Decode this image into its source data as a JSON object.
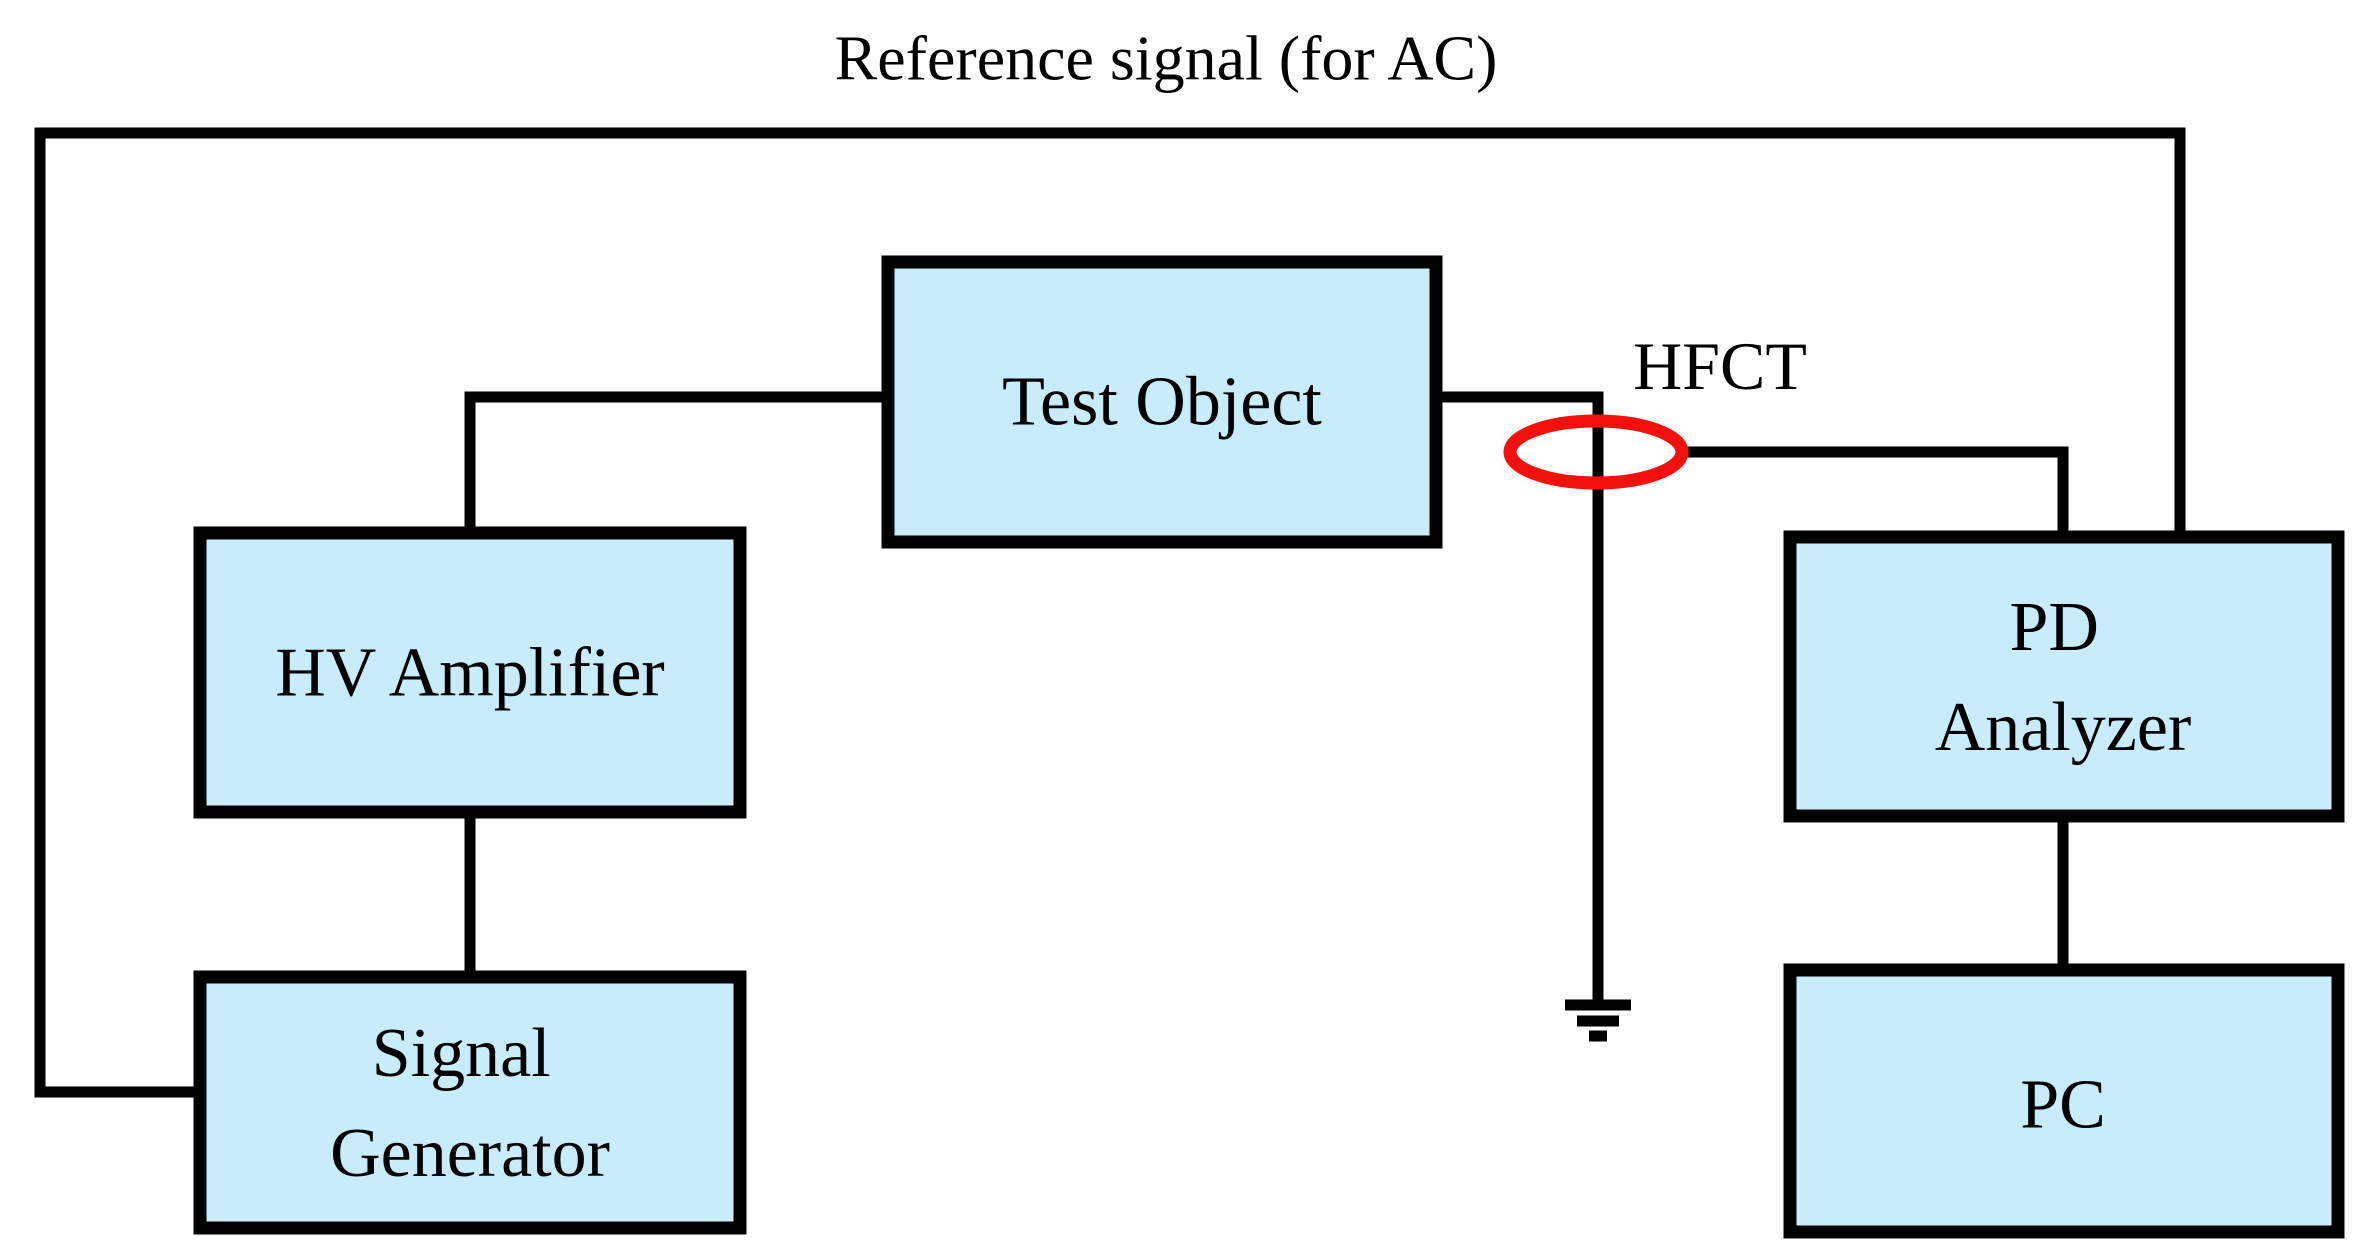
{
  "diagram": {
    "title": "Reference signal (for AC)",
    "sensor_label": "HFCT",
    "nodes": {
      "test_object": {
        "label": "Test Object"
      },
      "hv_amplifier": {
        "label": "HV Amplifier"
      },
      "signal_generator": {
        "label": "Signal Generator",
        "line1": "Signal",
        "line2": "Generator"
      },
      "pd_analyzer": {
        "label": "PD Analyzer",
        "line1": "PD",
        "line2": "Analyzer"
      },
      "pc": {
        "label": "PC"
      }
    },
    "colors": {
      "background": "#ffffff",
      "box_fill": "#c9ecfa",
      "box_border": "#000000",
      "connector": "#000000",
      "hfct_ring": "#f3100d",
      "text": "#000000"
    }
  }
}
